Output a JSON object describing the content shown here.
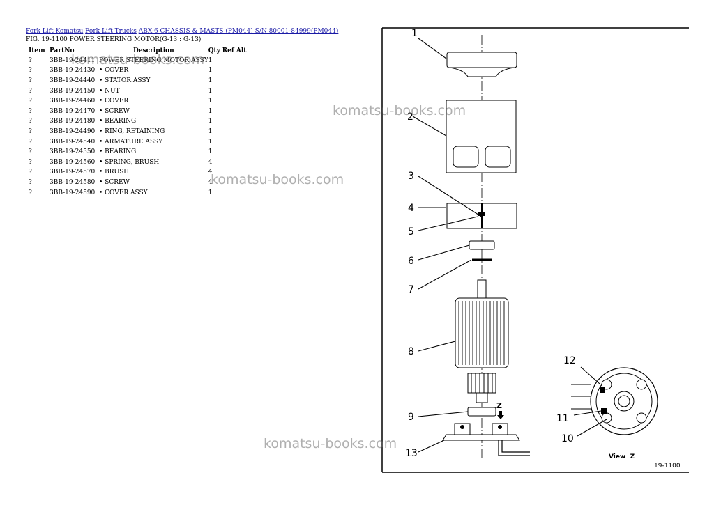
{
  "breadcrumb": {
    "links": [
      "Fork Lift Komatsu",
      "Fork Lift Trucks",
      "ABX-6 CHASSIS & MASTS (PM044) S/N 80001-84999(PM044)"
    ]
  },
  "figure_title": "FIG. 19-1100 POWER STEERING MOTOR(G-13 : G-13)",
  "table": {
    "headers": {
      "item": "Item",
      "partno": "PartNo",
      "description": "Description",
      "qty": "Qty",
      "refalt": "Ref Alt"
    },
    "rows": [
      {
        "item": "?",
        "partno": "3BB-19-24411",
        "description": "POWER STEERING MOTOR ASSY",
        "qty": "1"
      },
      {
        "item": "?",
        "partno": "3BB-19-24430",
        "description": "• COVER",
        "qty": "1"
      },
      {
        "item": "?",
        "partno": "3BB-19-24440",
        "description": "• STATOR ASSY",
        "qty": "1"
      },
      {
        "item": "?",
        "partno": "3BB-19-24450",
        "description": "• NUT",
        "qty": "1"
      },
      {
        "item": "?",
        "partno": "3BB-19-24460",
        "description": "• COVER",
        "qty": "1"
      },
      {
        "item": "?",
        "partno": "3BB-19-24470",
        "description": "• SCREW",
        "qty": "1"
      },
      {
        "item": "?",
        "partno": "3BB-19-24480",
        "description": "• BEARING",
        "qty": "1"
      },
      {
        "item": "?",
        "partno": "3BB-19-24490",
        "description": "• RING, RETAINING",
        "qty": "1"
      },
      {
        "item": "?",
        "partno": "3BB-19-24540",
        "description": "• ARMATURE ASSY",
        "qty": "1"
      },
      {
        "item": "?",
        "partno": "3BB-19-24550",
        "description": "• BEARING",
        "qty": "1"
      },
      {
        "item": "?",
        "partno": "3BB-19-24560",
        "description": "• SPRING, BRUSH",
        "qty": "4"
      },
      {
        "item": "?",
        "partno": "3BB-19-24570",
        "description": "• BRUSH",
        "qty": "4"
      },
      {
        "item": "?",
        "partno": "3BB-19-24580",
        "description": "• SCREW",
        "qty": "4"
      },
      {
        "item": "?",
        "partno": "3BB-19-24590",
        "description": "• COVER ASSY",
        "qty": "1"
      }
    ]
  },
  "watermark": "komatsu-books.com",
  "diagram": {
    "callouts": [
      "1",
      "2",
      "3",
      "4",
      "5",
      "6",
      "7",
      "8",
      "9",
      "10",
      "11",
      "12",
      "13"
    ],
    "view_label": "View  Z",
    "z_marker": "Z",
    "figure_code": "19-1100"
  }
}
